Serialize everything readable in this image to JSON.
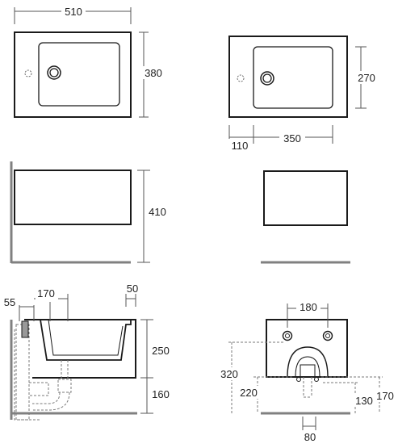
{
  "dimensions": {
    "top_left_width": "510",
    "top_left_depth": "380",
    "top_right_depth": "270",
    "top_right_offset": "110",
    "top_right_bowl_width": "350",
    "front_left_height": "410",
    "side_left_55": "55",
    "side_left_170": "170",
    "side_left_50": "50",
    "side_left_250": "250",
    "side_left_160": "160",
    "front_right_180": "180",
    "front_right_320": "320",
    "front_right_220": "220",
    "front_right_130": "130",
    "front_right_170": "170",
    "front_right_80": "80"
  },
  "colors": {
    "line": "#1a1a1a",
    "dim_line": "#555555",
    "dashed": "#7a7a7a",
    "floor": "#808080"
  }
}
